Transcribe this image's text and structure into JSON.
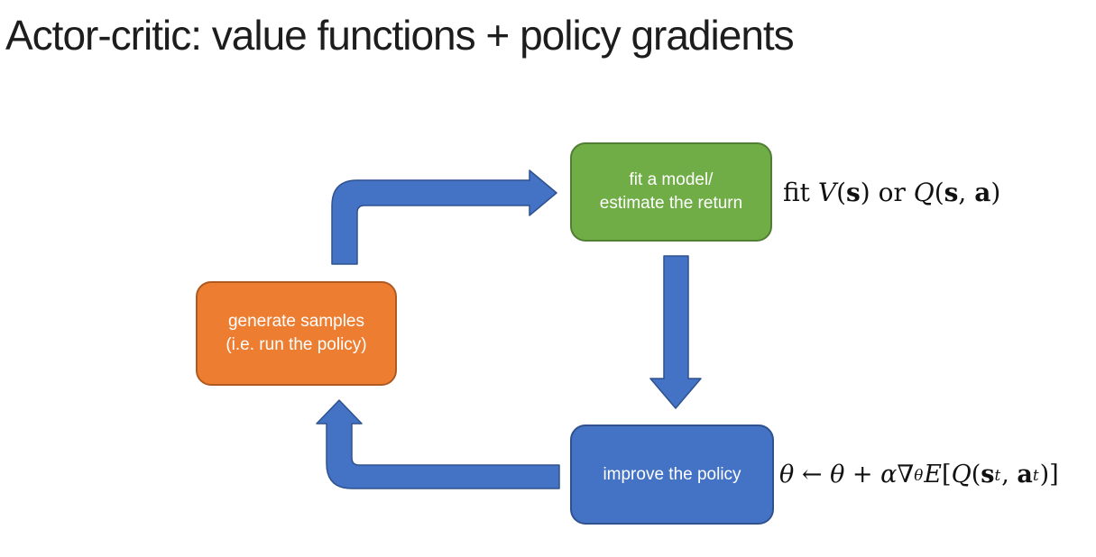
{
  "slide": {
    "title": "Actor-critic: value functions + policy gradients"
  },
  "diagram": {
    "green_box": {
      "line1": "fit a model/",
      "line2": "estimate the return",
      "fill": "#70AD47",
      "border": "#507E32"
    },
    "orange_box": {
      "line1": "generate samples",
      "line2": "(i.e. run the policy)",
      "fill": "#ED7D31",
      "border": "#AE5A21"
    },
    "blue_box": {
      "line1": "improve the policy",
      "fill": "#4472C4",
      "border": "#2F528F"
    },
    "arrow_fill": "#4472C4",
    "arrow_border": "#2F528F",
    "arrows": [
      {
        "name": "arrow-generate-to-fit",
        "direction": "up-then-right"
      },
      {
        "name": "arrow-fit-to-improve",
        "direction": "down"
      },
      {
        "name": "arrow-improve-to-generate",
        "direction": "left-then-up"
      }
    ]
  },
  "annotations": {
    "title_color": "#1d1d1d",
    "fit_formula_plain": "fit V(s) or Q(s, a)",
    "update_formula_plain": "θ ← θ + α∇θE[Q(st, at)]"
  },
  "formulas": {
    "fit": [
      {
        "t": "fit ",
        "c": "rm"
      },
      {
        "t": "V",
        "c": "it"
      },
      {
        "t": "(",
        "c": "rm"
      },
      {
        "t": "s",
        "c": "bf"
      },
      {
        "t": ")",
        "c": "rm"
      },
      {
        "t": " or ",
        "c": "rm"
      },
      {
        "t": "Q",
        "c": "it"
      },
      {
        "t": "(",
        "c": "rm"
      },
      {
        "t": "s",
        "c": "bf"
      },
      {
        "t": ", ",
        "c": "rm"
      },
      {
        "t": "a",
        "c": "bf"
      },
      {
        "t": ")",
        "c": "rm"
      }
    ],
    "update": [
      {
        "t": "θ",
        "c": "it"
      },
      {
        "t": " ← ",
        "c": "rm"
      },
      {
        "t": "θ",
        "c": "it"
      },
      {
        "t": " + ",
        "c": "rm"
      },
      {
        "t": "α",
        "c": "it"
      },
      {
        "t": "∇",
        "c": "rm"
      },
      {
        "t": "θ",
        "c": "it sub"
      },
      {
        "t": "E",
        "c": "it"
      },
      {
        "t": "[",
        "c": "rm"
      },
      {
        "t": "Q",
        "c": "it"
      },
      {
        "t": "(",
        "c": "rm"
      },
      {
        "t": "s",
        "c": "bf"
      },
      {
        "t": "t",
        "c": "it sub"
      },
      {
        "t": ", ",
        "c": "rm"
      },
      {
        "t": "a",
        "c": "bf"
      },
      {
        "t": "t",
        "c": "it sub"
      },
      {
        "t": ")",
        "c": "rm"
      },
      {
        "t": "]",
        "c": "rm"
      }
    ]
  }
}
